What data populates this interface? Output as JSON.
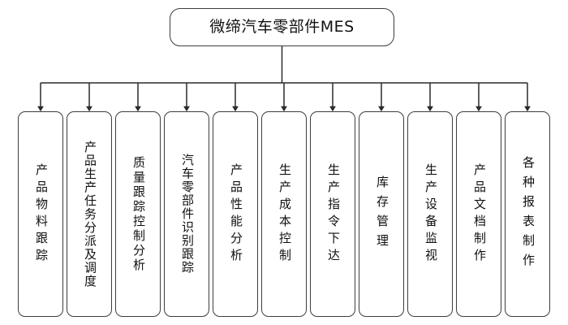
{
  "diagram": {
    "type": "organization-tree",
    "orientation": "top-down",
    "background_color": "#ffffff",
    "line_color": "#2b2b2b",
    "border_color": "#3d3d3d",
    "text_color": "#111111",
    "root": {
      "label": "微缔汽车零部件MES"
    },
    "children": [
      {
        "label": "产品物料跟踪"
      },
      {
        "label": "产品生产任务分派及调度"
      },
      {
        "label": "质量跟踪控制分析"
      },
      {
        "label": "汽车零部件识别跟踪"
      },
      {
        "label": "产品性能分析"
      },
      {
        "label": "生产成本控制"
      },
      {
        "label": "生产指令下达"
      },
      {
        "label": "库存管理"
      },
      {
        "label": "生产设备监视"
      },
      {
        "label": "产品文档制作"
      },
      {
        "label": "各种报表制作"
      }
    ]
  }
}
